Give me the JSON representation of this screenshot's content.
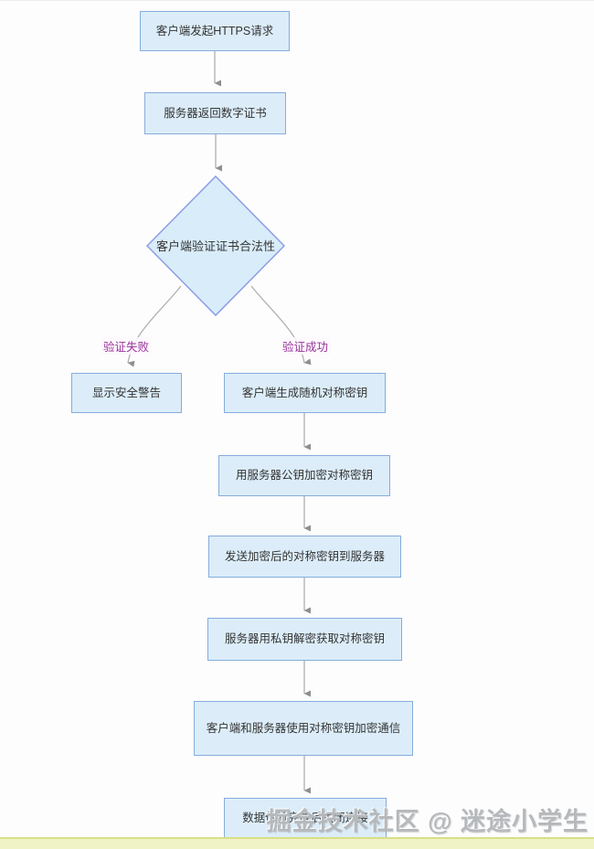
{
  "diagram": {
    "nodes": {
      "start": {
        "label": "客户端发起HTTPS请求"
      },
      "cert": {
        "label": "服务器返回数字证书"
      },
      "verify": {
        "label": "客户端验证证书合法性"
      },
      "warning": {
        "label": "显示安全警告"
      },
      "genkey": {
        "label": "客户端生成随机对称密钥"
      },
      "encrypt": {
        "label": "用服务器公钥加密对称密钥"
      },
      "send": {
        "label": "发送加密后的对称密钥到服务器"
      },
      "decrypt": {
        "label": "服务器用私钥解密获取对称密钥"
      },
      "comm": {
        "label": "客户端和服务器使用对称密钥加密通信"
      },
      "close": {
        "label": "数据传输完成后关闭连接"
      }
    },
    "edge_labels": {
      "fail": "验证失败",
      "success": "验证成功"
    },
    "colors": {
      "node_fill": "#dcedf9",
      "node_border": "#85acdc",
      "diamond_fill": "#d9ecfa",
      "diamond_border": "#8d9ee2",
      "edge_color": "#b0b0b0",
      "arrowhead_color": "#8f8f8f",
      "edge_label_color": "#993399",
      "watermark_color": "#b6b9bc",
      "footer_fill": "#eff3c5",
      "footer_line": "#d9df86"
    }
  },
  "watermark": {
    "text": "掘金技术社区 @ 迷途小学生"
  }
}
